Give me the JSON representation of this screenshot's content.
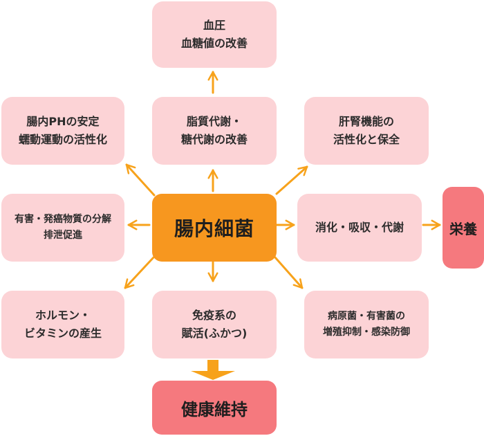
{
  "center": {
    "label": "腸内細菌"
  },
  "effects": {
    "blood": [
      "血圧",
      "血糖値の改善"
    ],
    "lipid": [
      "脂質代謝・",
      "糖代謝の改善"
    ],
    "liver": [
      "肝腎機能の",
      "活性化と保全"
    ],
    "gut_ph": [
      "腸内PHの安定",
      "蠕動運動の活性化"
    ],
    "harmful": [
      "有害・発癌物質の分解",
      "排泄促進"
    ],
    "digestion": [
      "消化・吸収・代謝"
    ],
    "hormone": [
      "ホルモン・",
      "ビタミンの産生"
    ],
    "immune": [
      "免疫系の",
      "賦活(ふかつ)"
    ],
    "pathogen": [
      "病原菌・有害菌の",
      "増殖抑制・感染防御"
    ]
  },
  "outcomes": {
    "nutrition": "栄養",
    "health": "健康維持"
  },
  "colors": {
    "effect_box": "#fcd3d6",
    "center_box": "#f7971f",
    "outcome_box": "#f5797e",
    "arrow": "#f7a21b"
  }
}
